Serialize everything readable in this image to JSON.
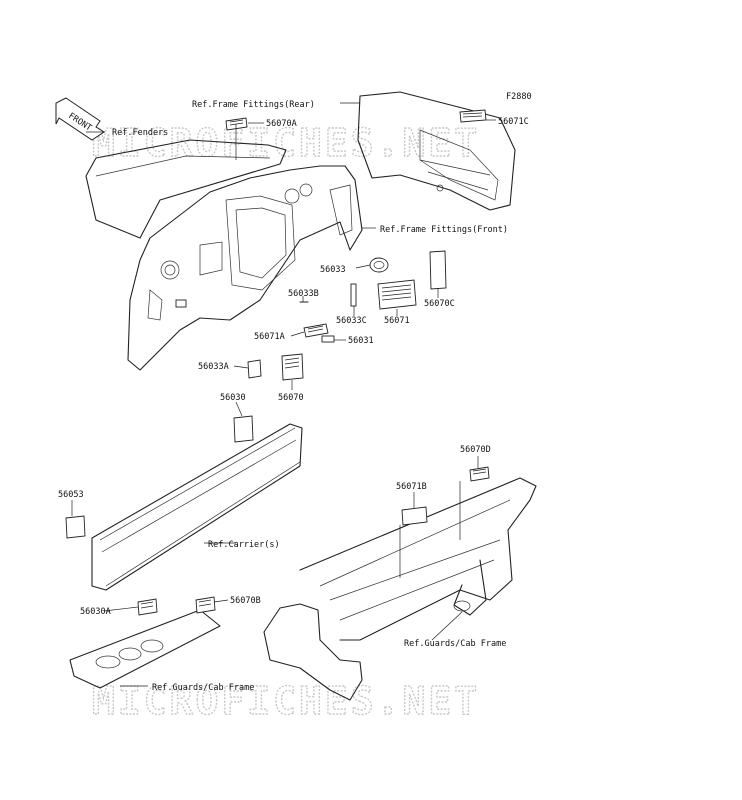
{
  "figure_code": "F2880",
  "front_arrow": "FRONT",
  "watermark": "MICROFICHES.NET",
  "references": {
    "fenders": "Ref.Fenders",
    "frame_rear": "Ref.Frame Fittings(Rear)",
    "frame_front": "Ref.Frame Fittings(Front)",
    "carrier": "Ref.Carrier(s)",
    "guards_right": "Ref.Guards/Cab Frame",
    "guards_bottom": "Ref.Guards/Cab Frame"
  },
  "parts": {
    "p56070A": "56070A",
    "p56071C": "56071C",
    "p56033": "56033",
    "p56033B": "56033B",
    "p56033C": "56033C",
    "p56071": "56071",
    "p56070C": "56070C",
    "p56071A": "56071A",
    "p56031": "56031",
    "p56033A": "56033A",
    "p56070": "56070",
    "p56030": "56030",
    "p56053": "56053",
    "p56070D": "56070D",
    "p56071B": "56071B",
    "p56030A": "56030A",
    "p56070B": "56070B"
  }
}
